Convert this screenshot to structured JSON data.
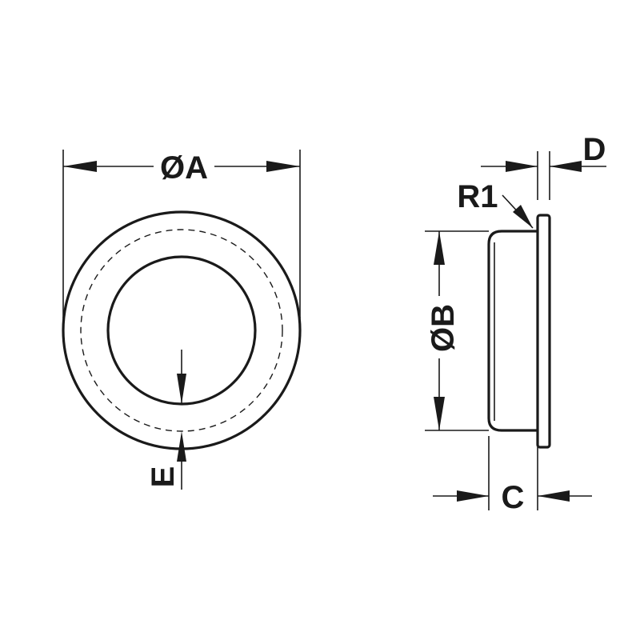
{
  "labels": {
    "diameter_a": "ØA",
    "diameter_b": "ØB",
    "radius": "R1",
    "dim_c": "C",
    "dim_d": "D",
    "dim_e": "E"
  },
  "colors": {
    "line": "#1a1a1a",
    "background": "#ffffff"
  }
}
